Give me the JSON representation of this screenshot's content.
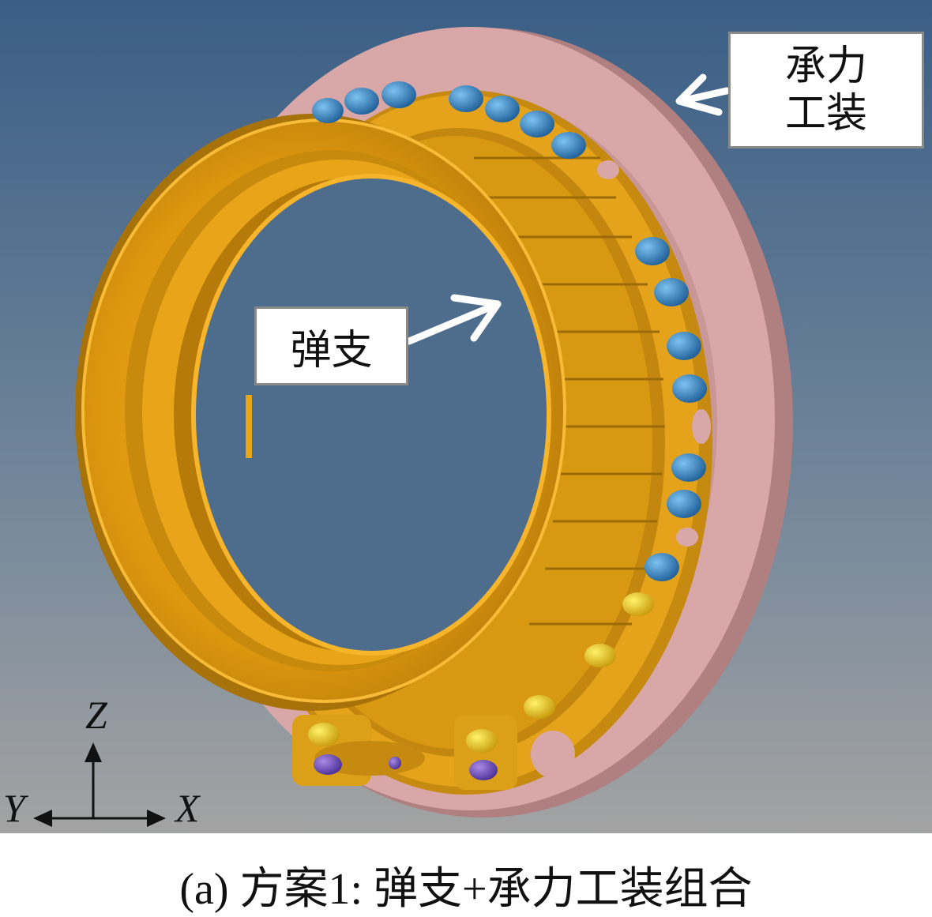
{
  "labels": {
    "fixture_line1": "承力",
    "fixture_line2": "工装",
    "spring_support": "弹支"
  },
  "axes": {
    "z": "Z",
    "y": "Y",
    "x": "X"
  },
  "caption": "(a) 方案1: 弹支+承力工装组合",
  "colors": {
    "background_top": "#3a5e86",
    "background_bottom": "#a0a0a0",
    "fixture": "#d4a3a3",
    "spring_support": "#e19b14",
    "bolt_blue": "#2e7fc0",
    "bolt_yellow": "#e8c419",
    "bolt_purple": "#6a4ab8"
  },
  "icons": [
    "arrow-icon",
    "bolt-icon",
    "axis-arrow-icon"
  ]
}
